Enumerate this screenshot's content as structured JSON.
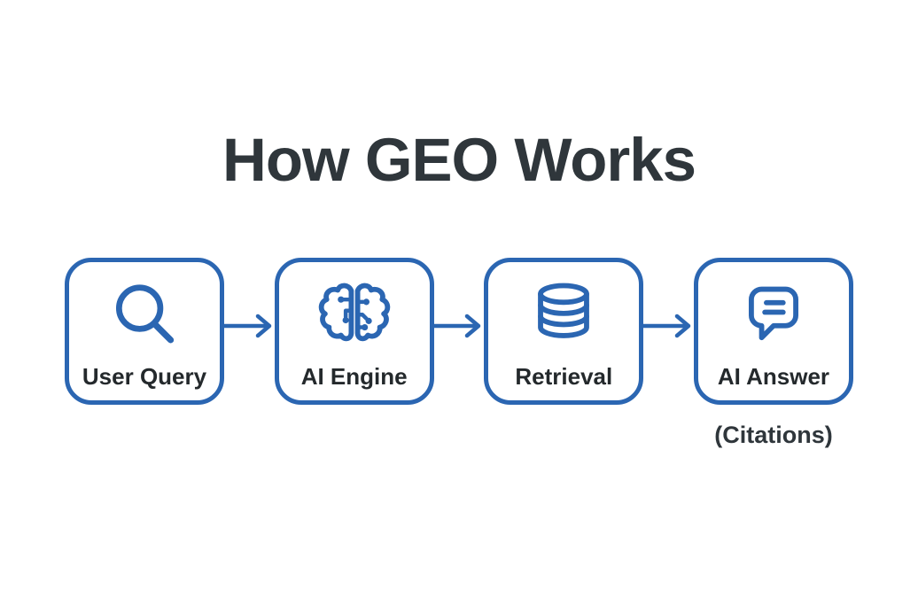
{
  "title": "How GEO Works",
  "colors": {
    "accent_blue": "#2b66b2",
    "title_text": "#2f363b",
    "label_text": "#24292c",
    "background": "#ffffff"
  },
  "flow": {
    "connector": "arrow-right",
    "steps": [
      {
        "label": "User Query",
        "icon": "search-icon"
      },
      {
        "label": "AI Engine",
        "icon": "brain-circuit-icon"
      },
      {
        "label": "Retrieval",
        "icon": "database-icon"
      },
      {
        "label": "AI Answer",
        "icon": "chat-bubble-icon",
        "sublabel": "(Citations)"
      }
    ]
  }
}
